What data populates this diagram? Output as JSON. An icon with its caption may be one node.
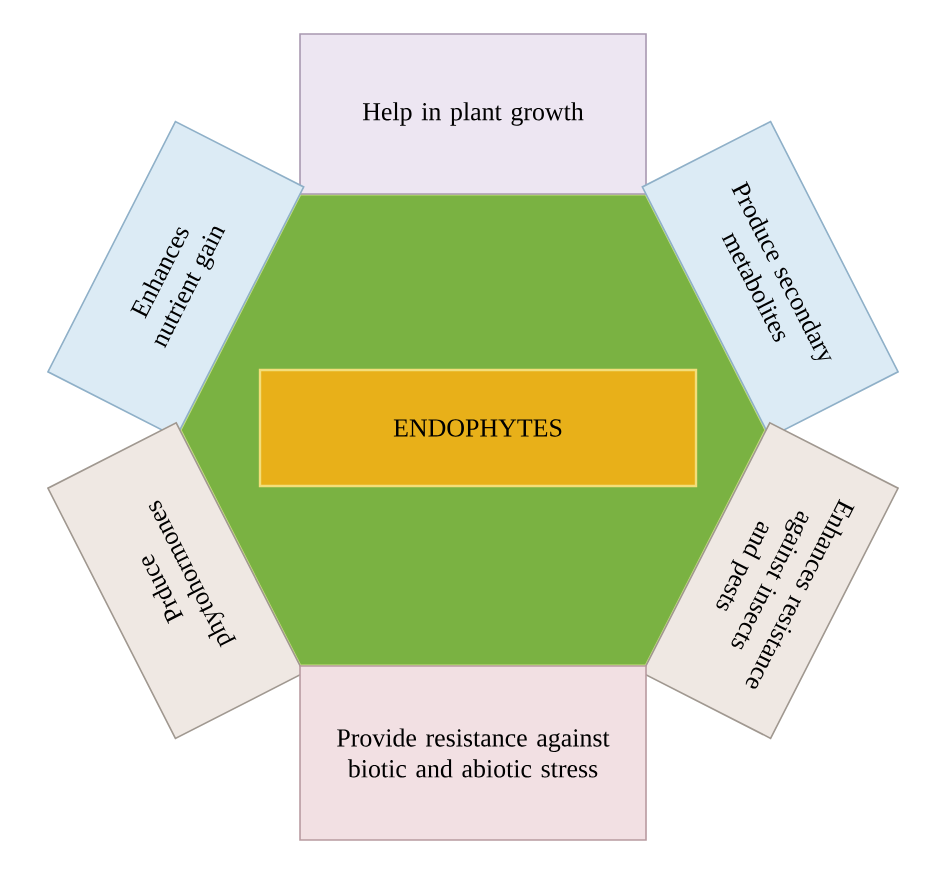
{
  "diagram": {
    "nodes": [
      {
        "text": [
          "Help in plant growth"
        ]
      },
      {
        "text": [
          "Enhances nutrient gain"
        ]
      },
      {
        "text": [
          "Produce secondary metabolites"
        ]
      },
      {
        "text": [
          "ENDOPHYTES"
        ]
      },
      {
        "text": [
          "Prduce phytohormones"
        ]
      },
      {
        "text": [
          "Enhances resistance against insects and pests"
        ]
      },
      {
        "text": [
          "Provide resistance against biotic and abiotic stress"
        ]
      }
    ]
  }
}
